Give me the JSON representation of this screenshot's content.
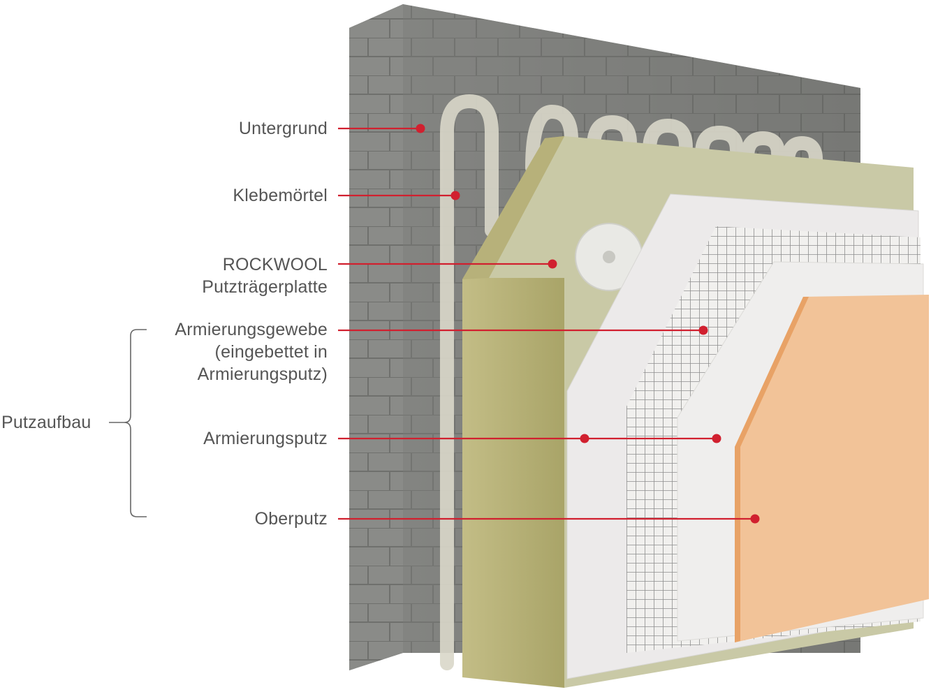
{
  "labels": {
    "untergrund": "Untergrund",
    "klebemoertel": "Klebemörtel",
    "rockwool_line1": "ROCKWOOL",
    "rockwool_line2": "Putzträgerplatte",
    "armierungsgewebe_line1": "Armierungsgewebe",
    "armierungsgewebe_line2": "(eingebettet in",
    "armierungsgewebe_line3": "Armierungsputz)",
    "armierungsputz": "Armierungsputz",
    "oberputz": "Oberputz",
    "putzaufbau": "Putzaufbau"
  },
  "colors": {
    "leader": "#d1202f",
    "text": "#555555",
    "masonry": "#8a8a88",
    "masonry_dark": "#5f605e",
    "adhesive": "#d8d6c8",
    "insulation_face": "#c9c9a6",
    "insulation_edge": "#b3ad72",
    "base_coat": "#ecebea",
    "mesh": "#8e8e8e",
    "top_coat": "#f2c398",
    "top_coat_edge": "#e9a36b"
  }
}
